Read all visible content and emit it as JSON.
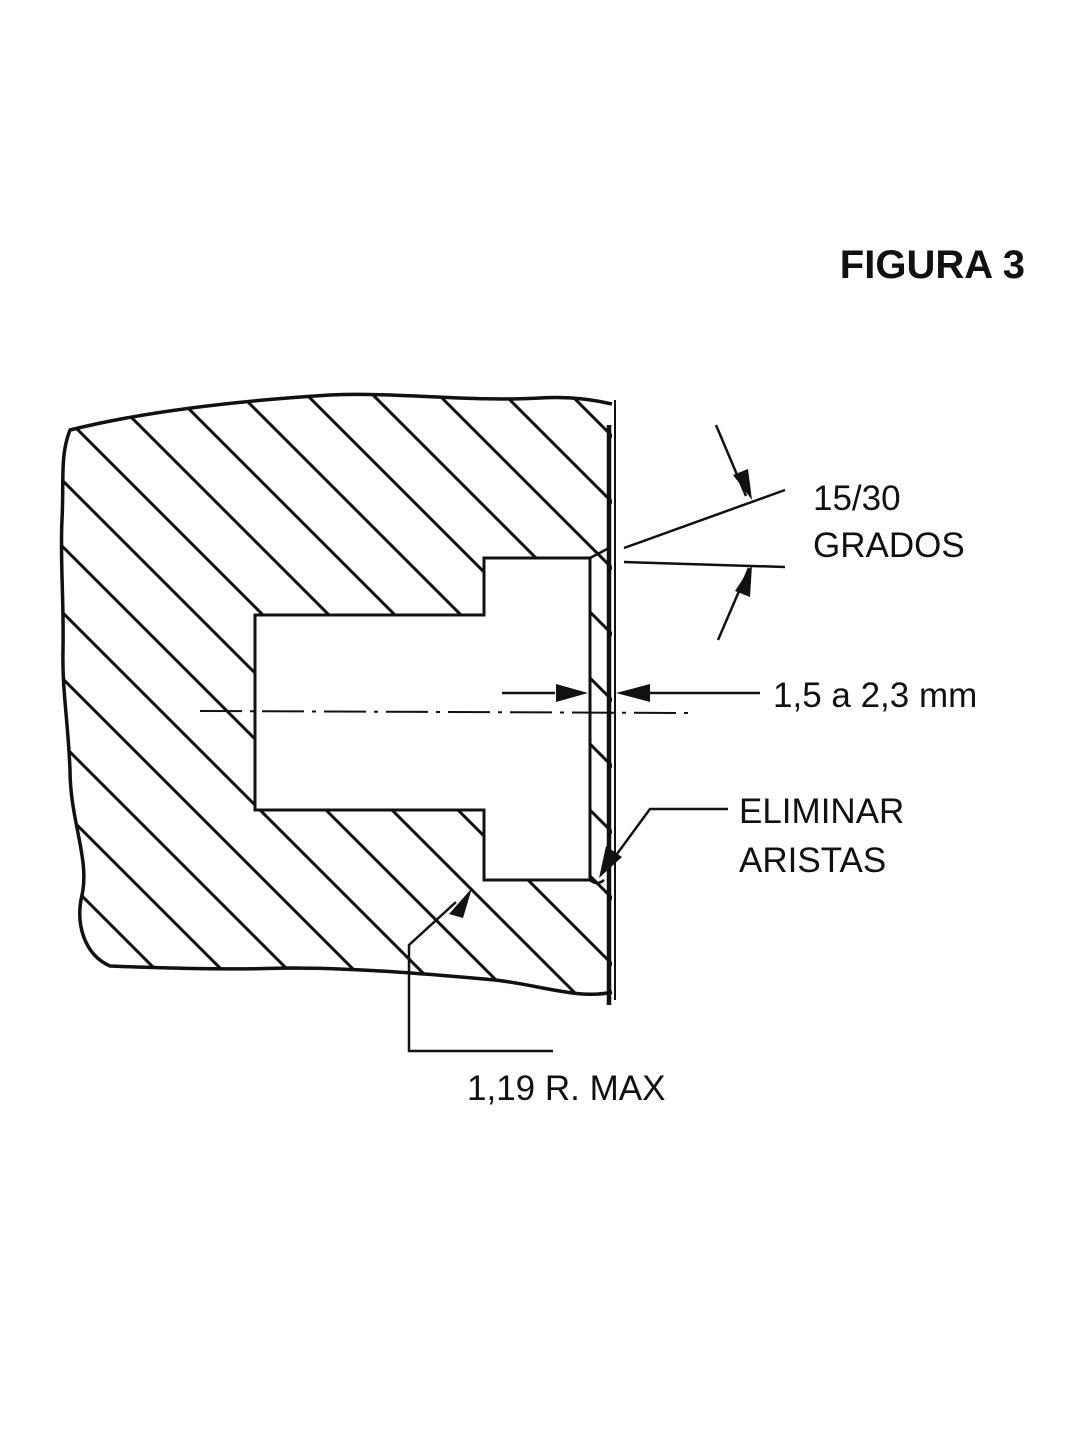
{
  "figure": {
    "title": "FIGURA 3",
    "labels": {
      "angle_line1": "15/30",
      "angle_line2": "GRADOS",
      "gap": "1,5 a 2,3 mm",
      "edges_line1": "ELIMINAR",
      "edges_line2": "ARISTAS",
      "radius": "1,19 R. MAX"
    }
  },
  "colors": {
    "ink": "#111111",
    "background": "#ffffff"
  }
}
